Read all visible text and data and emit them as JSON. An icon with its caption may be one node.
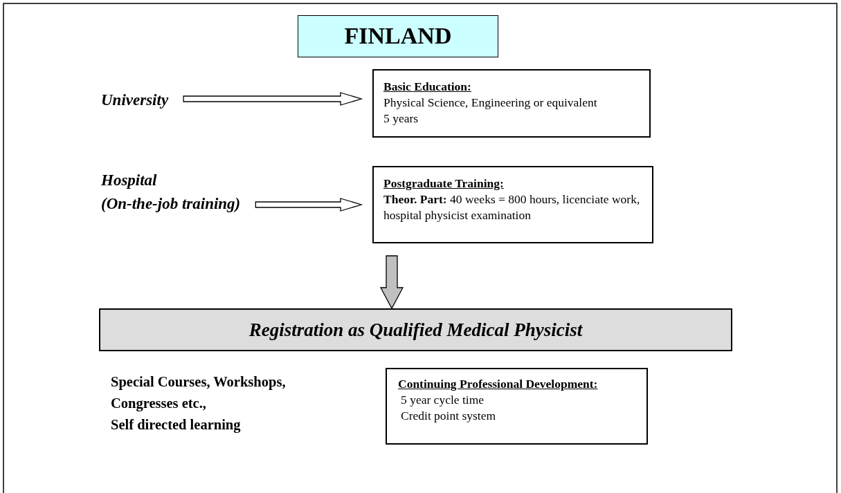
{
  "diagram": {
    "nodes": [
      {
        "text": [
          "FINLAND"
        ]
      },
      {
        "text": [
          "University"
        ]
      },
      {
        "text": [
          "Basic Education:",
          "Physical Science, Engineering or equivalent",
          "5 years"
        ]
      },
      {
        "text": [
          "Hospital",
          "(On-the-job training)"
        ]
      },
      {
        "text": [
          "Postgraduate Training:",
          "**Theor. Part:**  40 weeks = 800 hours, licenciate work, hospital physicist examination"
        ]
      },
      {
        "text": [
          "Registration as Qualified Medical Physicist"
        ]
      },
      {
        "text": [
          "Continuing Professional Development:",
          "5 year cycle time",
          "Credit point system"
        ]
      }
    ],
    "edges": [
      {
        "from": 1,
        "to": 2,
        "arrow": "to"
      },
      {
        "from": 3,
        "to": 4,
        "arrow": "to"
      },
      {
        "from": 4,
        "to": 5,
        "arrow": "to",
        "color": "#c0c0c0"
      }
    ],
    "labels": [
      "Special Courses, Workshops, Congresses etc.,",
      "Self directed learning"
    ]
  }
}
